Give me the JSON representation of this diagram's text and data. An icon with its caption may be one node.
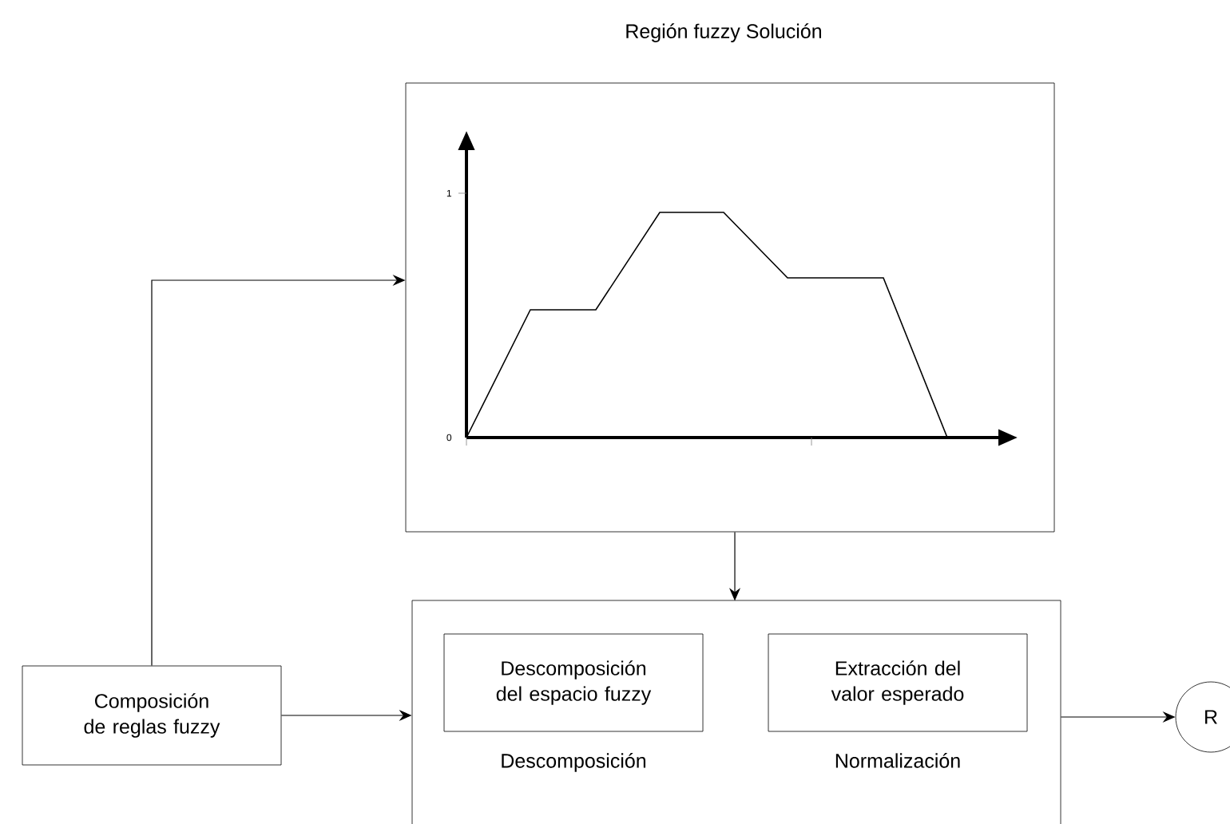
{
  "diagram": {
    "nodes": [
      {
        "text": [
          "Región fuzzy Solución"
        ]
      },
      {
        "text": [
          "Composición de reglas fuzzy"
        ]
      },
      {
        "text": [],
        "shape": "box"
      },
      {
        "text": [
          "Descomposición del espacio fuzzy"
        ],
        "in": 2,
        "beside": [
          "Descomposición"
        ]
      },
      {
        "text": [
          "Extracción del valor esperado"
        ],
        "in": 2,
        "beside": [
          "Normalización"
        ]
      },
      {
        "text": [
          "R"
        ]
      }
    ],
    "edges": [
      {
        "from": 1,
        "to": 0,
        "arrow": "to"
      },
      {
        "from": 1,
        "to": 2,
        "arrow": "to"
      },
      {
        "from": 0,
        "to": 2,
        "arrow": "to"
      },
      {
        "from": 2,
        "to": 5,
        "arrow": "to"
      }
    ],
    "labels": [
      "1",
      "0"
    ]
  }
}
